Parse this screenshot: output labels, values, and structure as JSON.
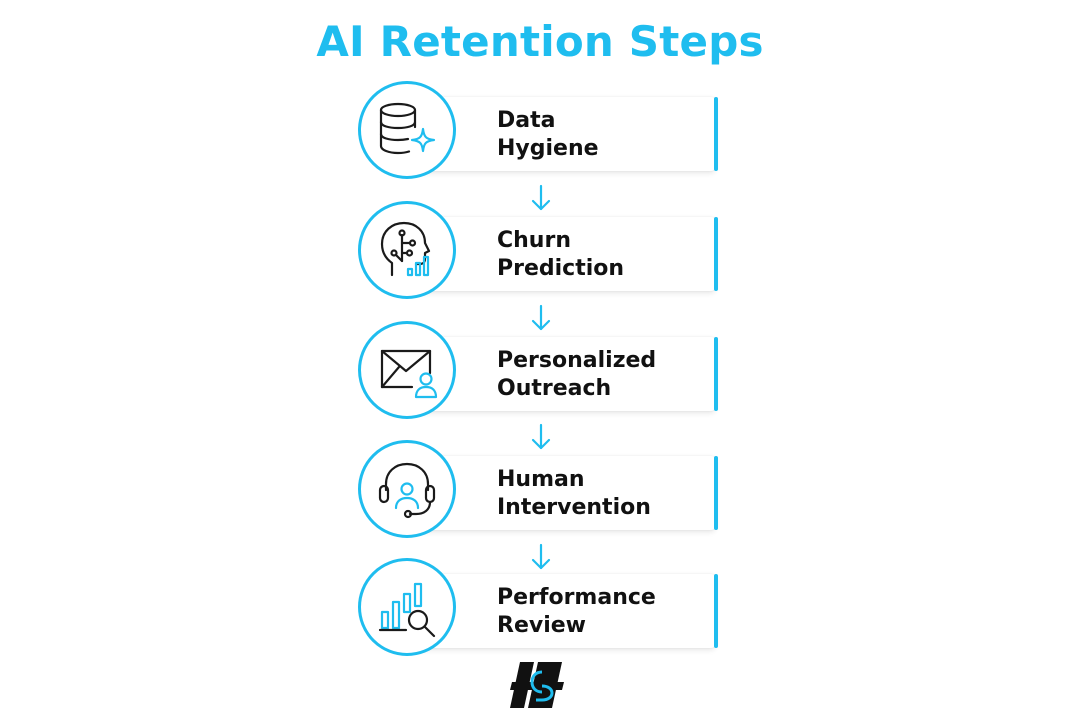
{
  "title": "AI Retention Steps",
  "colors": {
    "accent": "#1fbdef",
    "text": "#111111",
    "icon_stroke": "#1a1a1a"
  },
  "steps": [
    {
      "line1": "Data",
      "line2": "Hygiene",
      "icon": "database-sparkle-icon"
    },
    {
      "line1": "Churn",
      "line2": "Prediction",
      "icon": "head-analytics-icon"
    },
    {
      "line1": "Personalized",
      "line2": "Outreach",
      "icon": "envelope-user-icon"
    },
    {
      "line1": "Human",
      "line2": "Intervention",
      "icon": "headset-agent-icon"
    },
    {
      "line1": "Performance",
      "line2": "Review",
      "icon": "chart-magnifier-icon"
    }
  ],
  "logo": {
    "icon": "brand-logo-icon"
  }
}
